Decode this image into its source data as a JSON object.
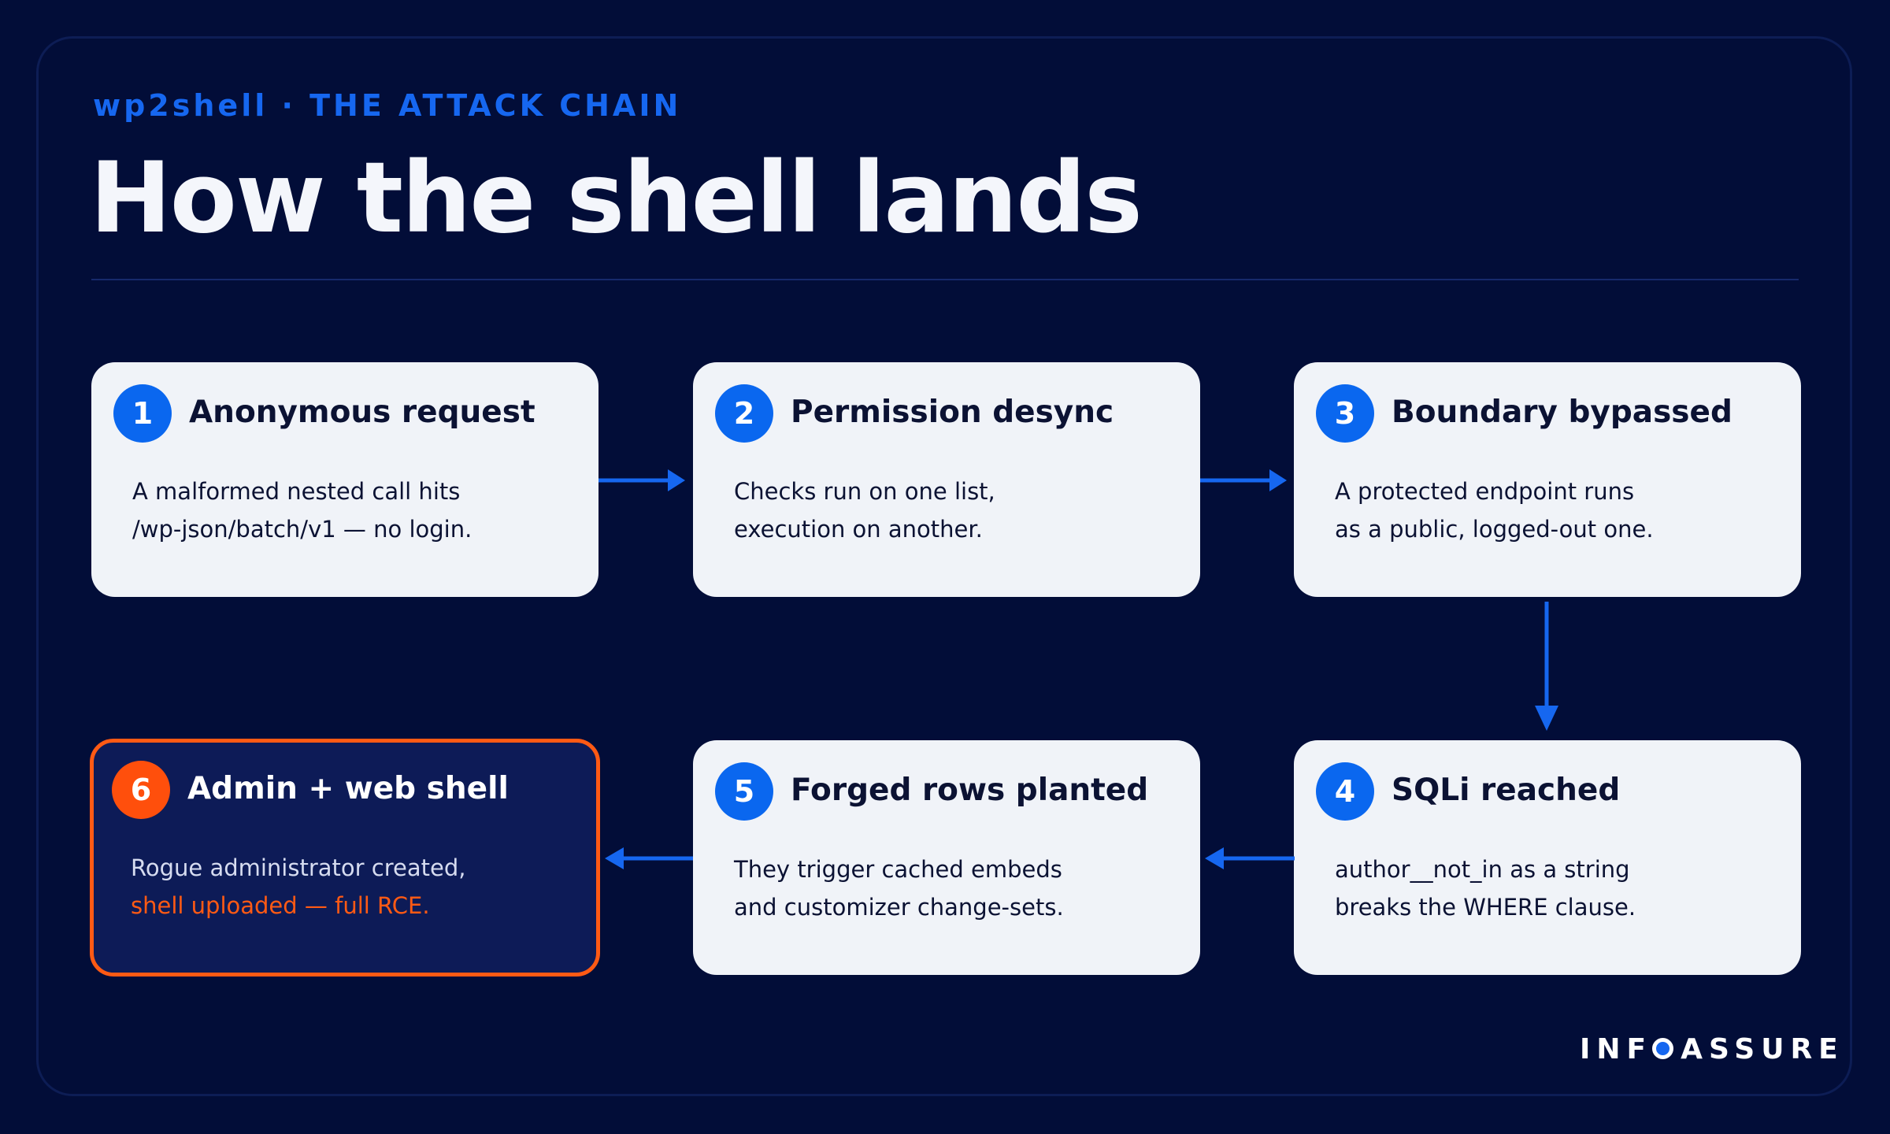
{
  "eyebrow": "wp2shell · THE ATTACK CHAIN",
  "title": "How the shell lands",
  "steps": [
    {
      "num": "1",
      "title": "Anonymous request",
      "lines": [
        "A malformed nested call hits",
        "/wp-json/batch/v1 — no login."
      ]
    },
    {
      "num": "2",
      "title": "Permission desync",
      "lines": [
        "Checks run on one list,",
        "execution on another."
      ]
    },
    {
      "num": "3",
      "title": "Boundary bypassed",
      "lines": [
        "A protected endpoint runs",
        "as a public, logged-out one."
      ]
    },
    {
      "num": "4",
      "title": "SQLi reached",
      "lines": [
        "author__not_in as a string",
        "breaks the WHERE clause."
      ]
    },
    {
      "num": "5",
      "title": "Forged rows planted",
      "lines": [
        "They trigger cached embeds",
        "and customizer change-sets."
      ]
    },
    {
      "num": "6",
      "title": "Admin + web shell",
      "lines": [
        "Rogue administrator created,",
        "shell uploaded — full RCE."
      ]
    }
  ],
  "logo": {
    "pre": "INF",
    "post": "ASSURE"
  },
  "colors": {
    "background": "#020d38",
    "accent": "#1667f0",
    "highlight": "#ff5a14",
    "card": "#f0f3f8"
  }
}
